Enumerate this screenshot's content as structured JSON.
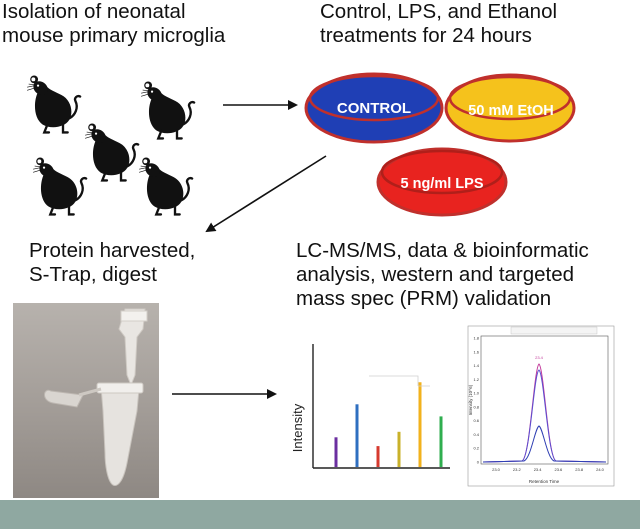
{
  "captions": {
    "isolation": [
      "Isolation of neonatal",
      "mouse primary microglia"
    ],
    "treatments": [
      "Control, LPS, and Ethanol",
      "treatments for 24 hours"
    ],
    "protein": [
      "Protein harvested,",
      "S-Trap, digest"
    ],
    "lcms": [
      "LC-MS/MS, data & bioinformatic",
      "analysis, western and targeted",
      "mass spec (PRM) validation"
    ]
  },
  "dishes": {
    "control": {
      "label": "CONTROL",
      "fill": "#1f3fb5",
      "rim": "#c0302c",
      "text_color": "#ffffff"
    },
    "ethanol": {
      "label": "50 mM EtOH",
      "fill": "#f5c21c",
      "rim": "#c0302c",
      "text_color": "#ffffff"
    },
    "lps": {
      "label": "5 ng/ml LPS",
      "fill": "#e8231f",
      "rim": "#c0302c",
      "text_color": "#ffffff"
    }
  },
  "bar_chart": {
    "ylabel": "Intensity",
    "bar_colors": [
      "#6b2fa0",
      "#2f6fc0",
      "#d63a2f",
      "#c9b12a",
      "#f2b21c",
      "#2fae4f"
    ],
    "values": [
      0.27,
      0.57,
      0.19,
      0.32,
      0.77,
      0.46
    ]
  },
  "prm_chart": {
    "x_ticks": [
      "23.0",
      "23.2",
      "23.4",
      "23.6",
      "23.8",
      "24.0"
    ],
    "y_ticks": [
      "0",
      "0.2",
      "0.4",
      "0.6",
      "0.8",
      "1.0",
      "1.2",
      "1.4",
      "1.6",
      "1.8"
    ],
    "xlabel": "Retention Time",
    "ylabel": "Intensity (10^6)",
    "peak_label": "23.4"
  },
  "colors": {
    "band": "#8fa8a1",
    "arrow": "#111111"
  }
}
